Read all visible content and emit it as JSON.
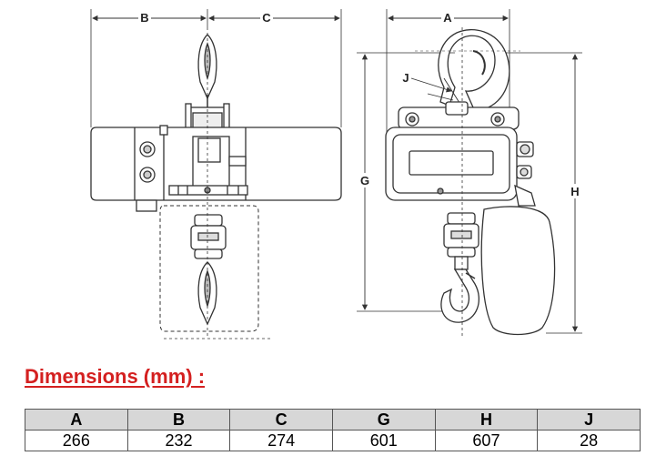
{
  "drawing_labels": {
    "a": "A",
    "b": "B",
    "c": "C",
    "g": "G",
    "h": "H",
    "j": "J"
  },
  "dimensions_heading": "Dimensions (mm) :",
  "table": {
    "headers": [
      "A",
      "B",
      "C",
      "G",
      "H",
      "J"
    ],
    "values": [
      "266",
      "232",
      "274",
      "601",
      "607",
      "28"
    ]
  }
}
